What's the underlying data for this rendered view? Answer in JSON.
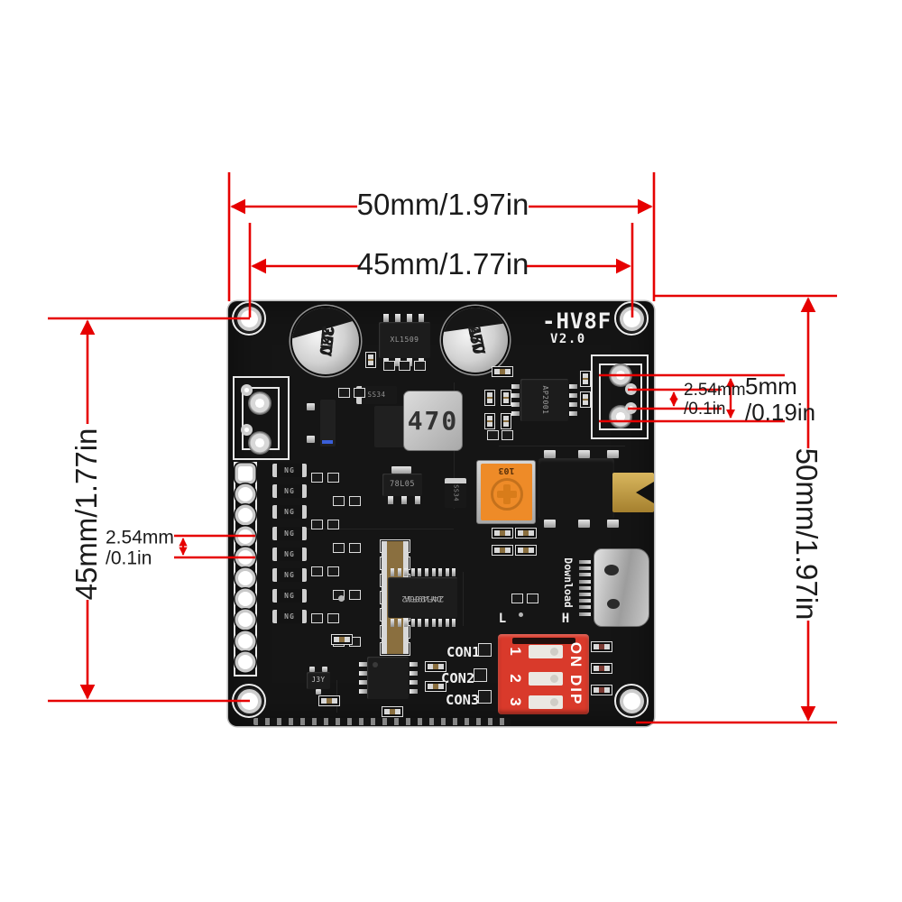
{
  "annotations": {
    "board_width_label": "50mm/1.97in",
    "hole_spacing_width_label": "45mm/1.77in",
    "hole_spacing_height_label": "45mm/1.77in",
    "board_height_label": "50mm/1.97in",
    "header_pitch_label_line1": "2.54mm",
    "header_pitch_label_line2": "/0.1in",
    "terminal_pitch_small_line1": "2.54mm",
    "terminal_pitch_small_line2": "/0.1in",
    "terminal_pitch_large_line1": "5mm",
    "terminal_pitch_large_line2": "/0.19in",
    "line_color": "#e60000"
  },
  "board": {
    "silkscreen": {
      "model": "-HV8F",
      "version": "V2.0",
      "con1": "CON1",
      "con2": "CON2",
      "con3": "CON3",
      "jumper_low": "L",
      "jumper_high": "H",
      "download_label": "Download"
    },
    "components": {
      "capacitor_large": {
        "line1": "220",
        "line2": "35V",
        "line3": "VT"
      },
      "capacitor_small": {
        "line1": "470",
        "line2": "25V",
        "line3": "VT"
      },
      "buck_converter_ic": "XL1509",
      "power_inductor": "470",
      "voltage_regulator": "78L05",
      "schottky_diode": "SS34",
      "audio_ic": "AP2001",
      "volume_trimmer": "103",
      "main_ic_line1": "DY1900A",
      "main_ic_line2": "24F49F12",
      "transistor": "J3Y",
      "diode_marking": "NG",
      "dip_switch": {
        "on_label": "ON DIP",
        "pos1": "1",
        "pos2": "2",
        "pos3": "3"
      }
    },
    "colors": {
      "pcb": "#151515",
      "dip_red": "#d93a2b",
      "trimmer_orange": "#ee8b28"
    }
  }
}
